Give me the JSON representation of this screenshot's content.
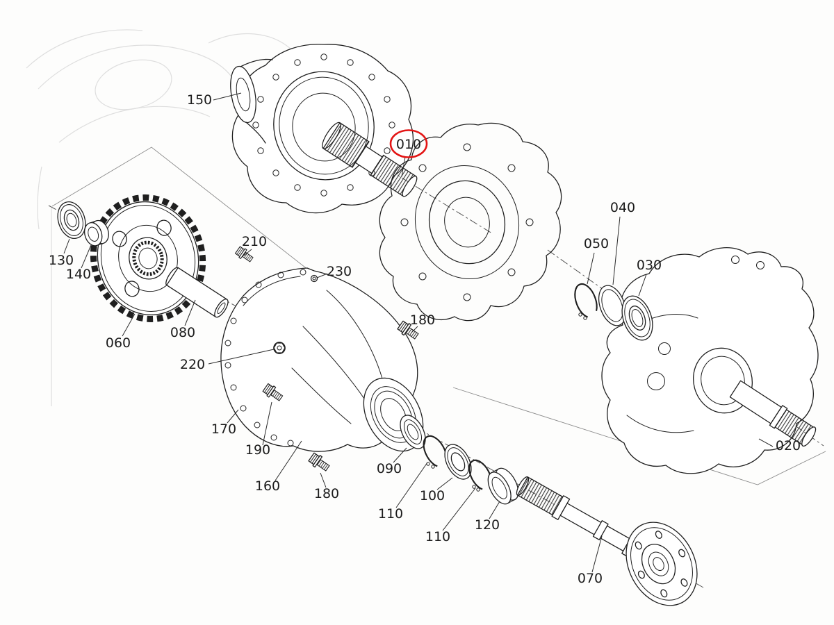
{
  "diagram": {
    "type": "exploded-parts-diagram",
    "highlighted_label": "010",
    "colors": {
      "line": "#1f1f1f",
      "ghost": "#dedede",
      "highlight": "#e31414",
      "background": "#ffffff",
      "label_text": "#1b1b1b"
    },
    "labels": [
      {
        "text": "150"
      },
      {
        "text": "010"
      },
      {
        "text": "040"
      },
      {
        "text": "050"
      },
      {
        "text": "030"
      },
      {
        "text": "130"
      },
      {
        "text": "140"
      },
      {
        "text": "210"
      },
      {
        "text": "230"
      },
      {
        "text": "060"
      },
      {
        "text": "080"
      },
      {
        "text": "220"
      },
      {
        "text": "180"
      },
      {
        "text": "170"
      },
      {
        "text": "190"
      },
      {
        "text": "090"
      },
      {
        "text": "160"
      },
      {
        "text": "180"
      },
      {
        "text": "100"
      },
      {
        "text": "110"
      },
      {
        "text": "110"
      },
      {
        "text": "120"
      },
      {
        "text": "020"
      },
      {
        "text": "070"
      }
    ]
  }
}
